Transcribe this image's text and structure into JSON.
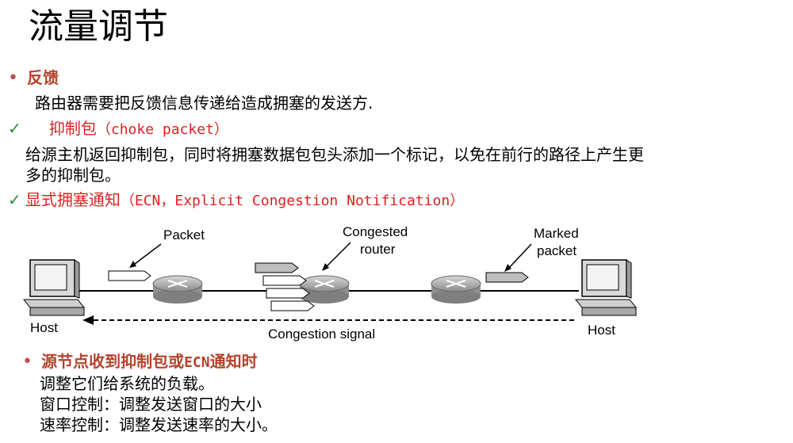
{
  "title": "流量调节",
  "feedback": {
    "bullet": "•",
    "heading": "反馈",
    "desc": "路由器需要把反馈信息传递给造成拥塞的发送方."
  },
  "choke": {
    "check": "✓",
    "heading": "抑制包",
    "heading_en": "（choke packet）",
    "desc_line1": "给源主机返回抑制包，同时将拥塞数据包包头添加一个标记，以免在前行的路径上产生更",
    "desc_line2": "多的抑制包。"
  },
  "ecn": {
    "check": "✓",
    "heading": "显式拥塞通知",
    "heading_en": "（ECN，Explicit Congestion Notification）"
  },
  "diagram": {
    "packet_label": "Packet",
    "congested_router_label_1": "Congested",
    "congested_router_label_2": "router",
    "marked_packet_label_1": "Marked",
    "marked_packet_label_2": "packet",
    "host_left_label": "Host",
    "host_right_label": "Host",
    "signal_label": "Congestion signal"
  },
  "source": {
    "bullet": "•",
    "heading_a": "源节点收到抑制包或",
    "heading_ecn": "ECN",
    "heading_b": "通知时",
    "line1": "调整它们给系统的负载。",
    "line2": "窗口控制：调整发送窗口的大小",
    "line3": "速率控制：调整发送速率的大小。"
  }
}
